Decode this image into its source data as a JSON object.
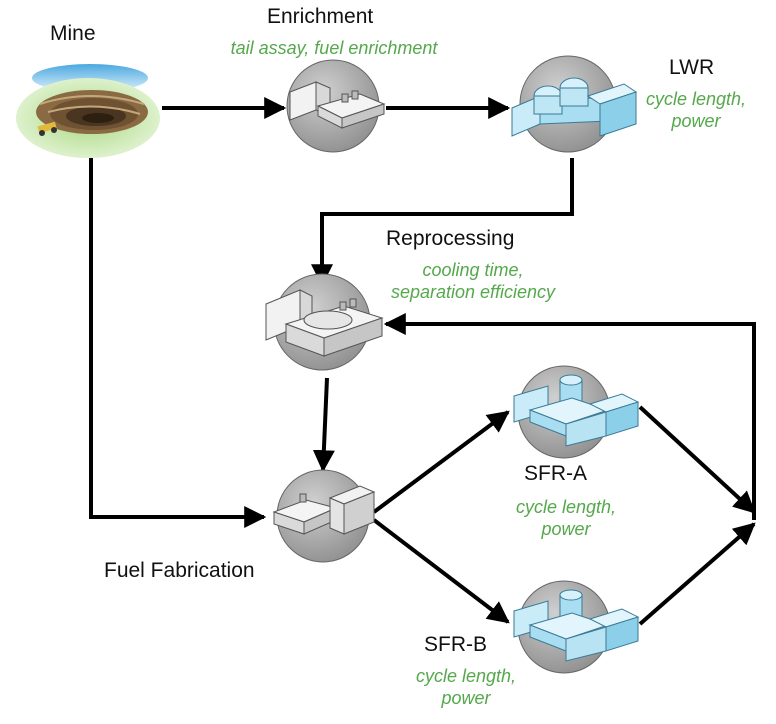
{
  "nodes": {
    "mine": {
      "label": "Mine",
      "params": []
    },
    "enrichment": {
      "label": "Enrichment",
      "params": [
        "tail assay, fuel enrichment"
      ]
    },
    "lwr": {
      "label": "LWR",
      "params": [
        "cycle length,",
        "power"
      ]
    },
    "reprocessing": {
      "label": "Reprocessing",
      "params": [
        "cooling time,",
        "separation efficiency"
      ]
    },
    "fabrication": {
      "label": "Fuel Fabrication",
      "params": []
    },
    "sfr_a": {
      "label": "SFR-A",
      "params": [
        "cycle length,",
        "power"
      ]
    },
    "sfr_b": {
      "label": "SFR-B",
      "params": [
        "cycle length,",
        "power"
      ]
    }
  },
  "edges": [
    {
      "from": "mine",
      "to": "enrichment"
    },
    {
      "from": "enrichment",
      "to": "lwr"
    },
    {
      "from": "lwr",
      "to": "reprocessing"
    },
    {
      "from": "mine",
      "to": "fabrication"
    },
    {
      "from": "reprocessing",
      "to": "fabrication"
    },
    {
      "from": "fabrication",
      "to": "sfr_a"
    },
    {
      "from": "fabrication",
      "to": "sfr_b"
    },
    {
      "from": "sfr_a",
      "to": "reprocessing"
    },
    {
      "from": "sfr_b",
      "to": "reprocessing"
    }
  ],
  "colors": {
    "param_text": "#55a84c",
    "arrow": "#000000",
    "node_disc": "#a9a9a9",
    "reactor_blue": "#a9ddf1"
  }
}
